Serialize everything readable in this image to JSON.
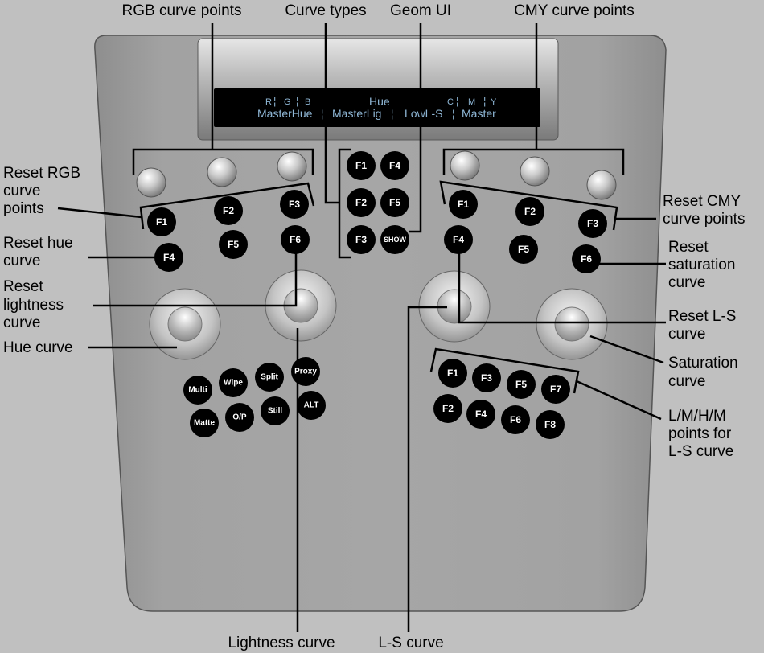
{
  "annotations": {
    "rgb_curve_points": "RGB curve points",
    "curve_types": "Curve types",
    "geom_ui": "Geom UI",
    "cmy_curve_points": "CMY curve points",
    "reset_rgb": [
      "Reset RGB",
      "curve",
      "points"
    ],
    "reset_hue": [
      "Reset hue",
      "curve"
    ],
    "reset_lightness": [
      "Reset",
      "lightness",
      "curve"
    ],
    "hue_curve": "Hue curve",
    "reset_cmy": [
      "Reset CMY",
      "curve points"
    ],
    "reset_saturation": [
      "Reset",
      "saturation",
      "curve"
    ],
    "reset_ls": [
      "Reset L-S",
      "curve"
    ],
    "saturation_curve": [
      "Saturation",
      "curve"
    ],
    "lmhm_points": [
      "L/M/H/M",
      "points for",
      "L-S curve"
    ],
    "lightness_curve": "Lightness curve",
    "ls_curve": "L-S curve"
  },
  "display": {
    "top_r": "R",
    "top_g": "G",
    "top_b": "B",
    "top_hue": "Hue",
    "top_c": "C",
    "top_m": "M",
    "top_y": "Y",
    "bot_1": "MasterHue",
    "bot_2": "MasterLig",
    "bot_3": "LowL-S",
    "bot_4": "Master"
  },
  "keys": {
    "left_f1": "F1",
    "left_f2": "F2",
    "left_f3": "F3",
    "left_f4": "F4",
    "left_f5": "F5",
    "left_f6": "F6",
    "center_f1": "F1",
    "center_f4": "F4",
    "center_f2": "F2",
    "center_f5": "F5",
    "center_f3": "F3",
    "center_show": "SHOW",
    "right_f1": "F1",
    "right_f2": "F2",
    "right_f3": "F3",
    "right_f4": "F4",
    "right_f5": "F5",
    "right_f6": "F6",
    "multi": "Multi",
    "wipe": "Wipe",
    "split": "Split",
    "proxy": "Proxy",
    "matte": "Matte",
    "op": "O/P",
    "still": "Still",
    "alt": "ALT",
    "ls_f1": "F1",
    "ls_f3": "F3",
    "ls_f5": "F5",
    "ls_f7": "F7",
    "ls_f2": "F2",
    "ls_f4": "F4",
    "ls_f6": "F6",
    "ls_f8": "F8"
  },
  "colors": {
    "background": "#c0c0c0",
    "panel": "#a0a0a0",
    "display_bg": "#000000",
    "display_text": "#8fb7d6",
    "key": "#000000",
    "key_text": "#ffffff"
  }
}
